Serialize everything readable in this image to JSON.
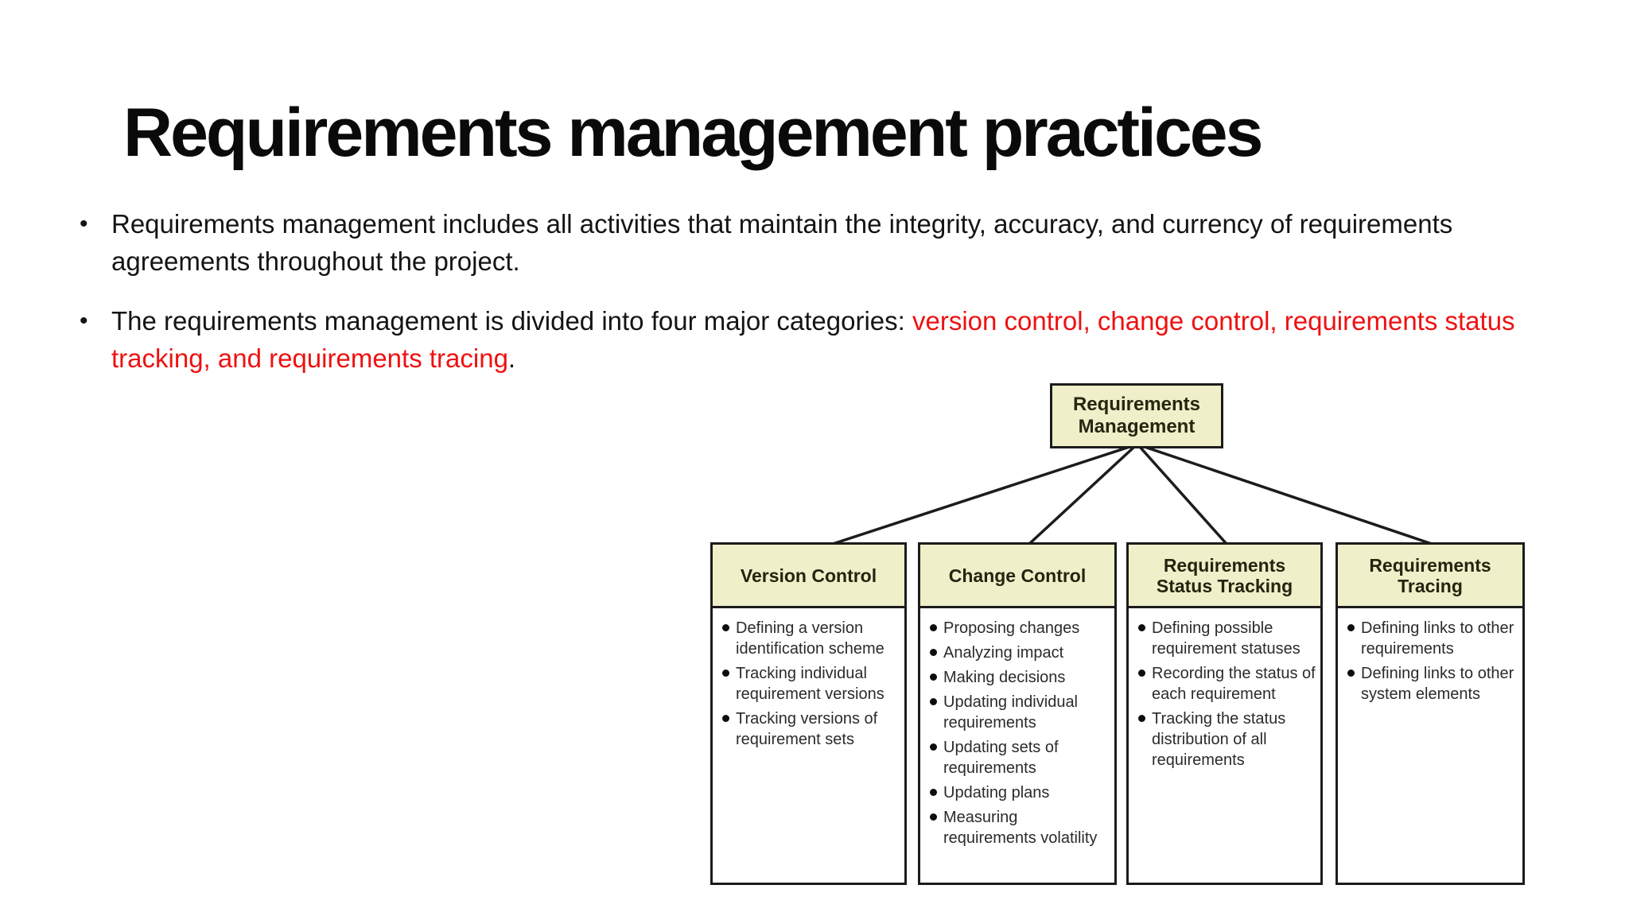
{
  "slide": {
    "title": "Requirements management practices",
    "bullet_marker": "•",
    "bullet1": "Requirements management includes all activities that maintain the integrity, accuracy, and currency of requirements agreements throughout the project.",
    "bullet2_prefix": "The requirements management is divided into four major categories: ",
    "bullet2_red": "version control, change control, requirements status tracking, and requirements tracing",
    "bullet2_suffix": "."
  },
  "diagram": {
    "root_label": "Requirements Management",
    "columns": [
      {
        "header": "Version Control",
        "items": [
          "Defining a version identification scheme",
          "Tracking individual requirement versions",
          "Tracking versions of requirement sets"
        ]
      },
      {
        "header": "Change Control",
        "items": [
          "Proposing changes",
          "Analyzing impact",
          "Making decisions",
          "Updating individual requirements",
          "Updating sets of requirements",
          "Updating plans",
          "Measuring requirements volatility"
        ]
      },
      {
        "header": "Requirements Status Tracking",
        "items": [
          "Defining possible requirement statuses",
          "Recording the status of each requirement",
          "Tracking the status distribution of all requirements"
        ]
      },
      {
        "header": "Requirements Tracing",
        "items": [
          "Defining links to other requirements",
          "Defining links to other system elements"
        ]
      }
    ],
    "colors": {
      "accent_red": "#ee1111",
      "box_fill": "#eff0c9",
      "box_border": "#1c1c1c"
    }
  }
}
